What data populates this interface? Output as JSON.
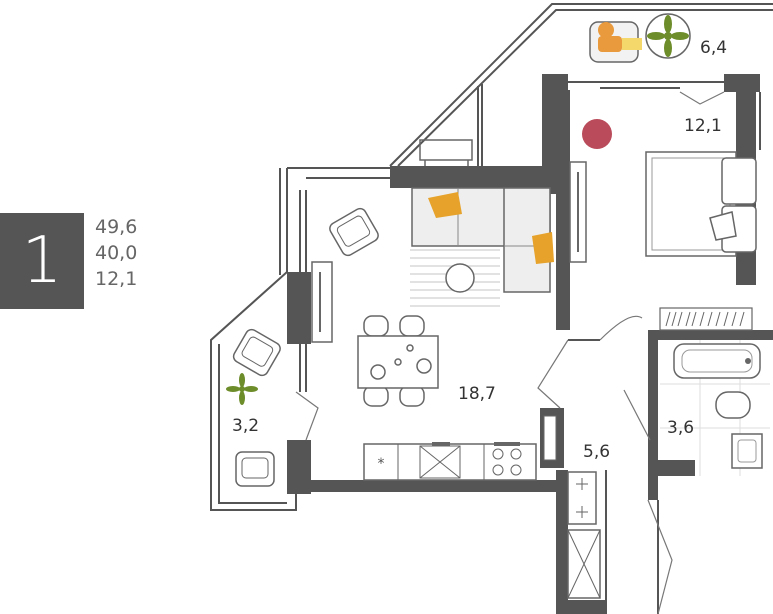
{
  "apartment": {
    "rooms": "1",
    "total_area": "49,6",
    "living_area": "40,0",
    "bedroom_area": "12,1"
  },
  "room_labels": {
    "terrace_top": "6,4",
    "bedroom": "12,1",
    "living_kitchen": "18,7",
    "balcony_left": "3,2",
    "hallway": "5,6",
    "bathroom": "3,6"
  },
  "colors": {
    "wall": "#555555",
    "badge": "#555555",
    "plant": "#6d8c2a",
    "accent_pillow": "#e6a22a",
    "accent_round": "#b94b5a",
    "person": "#e89a3c"
  }
}
